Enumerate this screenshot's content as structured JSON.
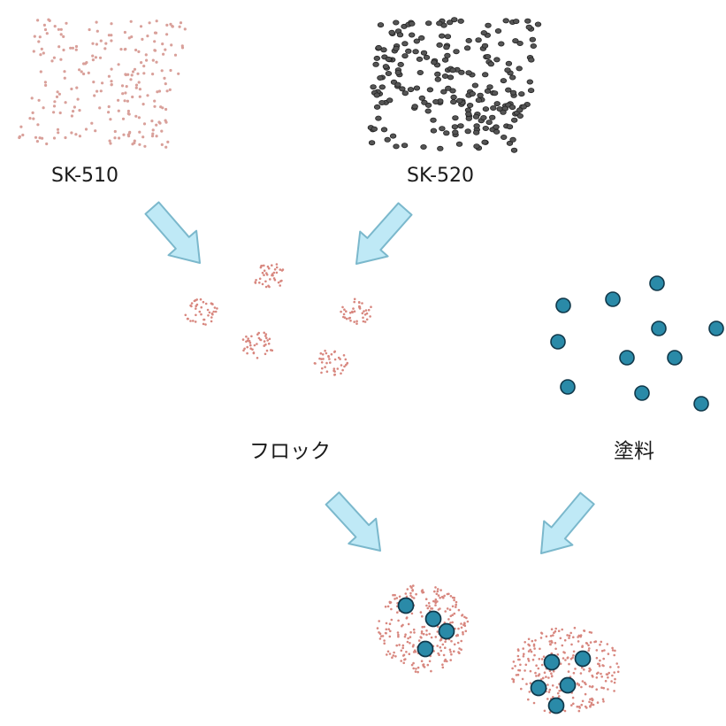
{
  "labels": {
    "sk510": "SK-510",
    "sk520": "SK-520",
    "floc": "フロック",
    "paint": "塗料"
  },
  "colors": {
    "fine_particle": "#d9a09a",
    "floc_particle": "#d8877f",
    "dark_particle": "#3a3a3a",
    "paint_particle": "#2a8aa8",
    "paint_outline": "#10384a",
    "arrow_fill": "#bfe9f6",
    "arrow_stroke": "#7bb8cc"
  }
}
